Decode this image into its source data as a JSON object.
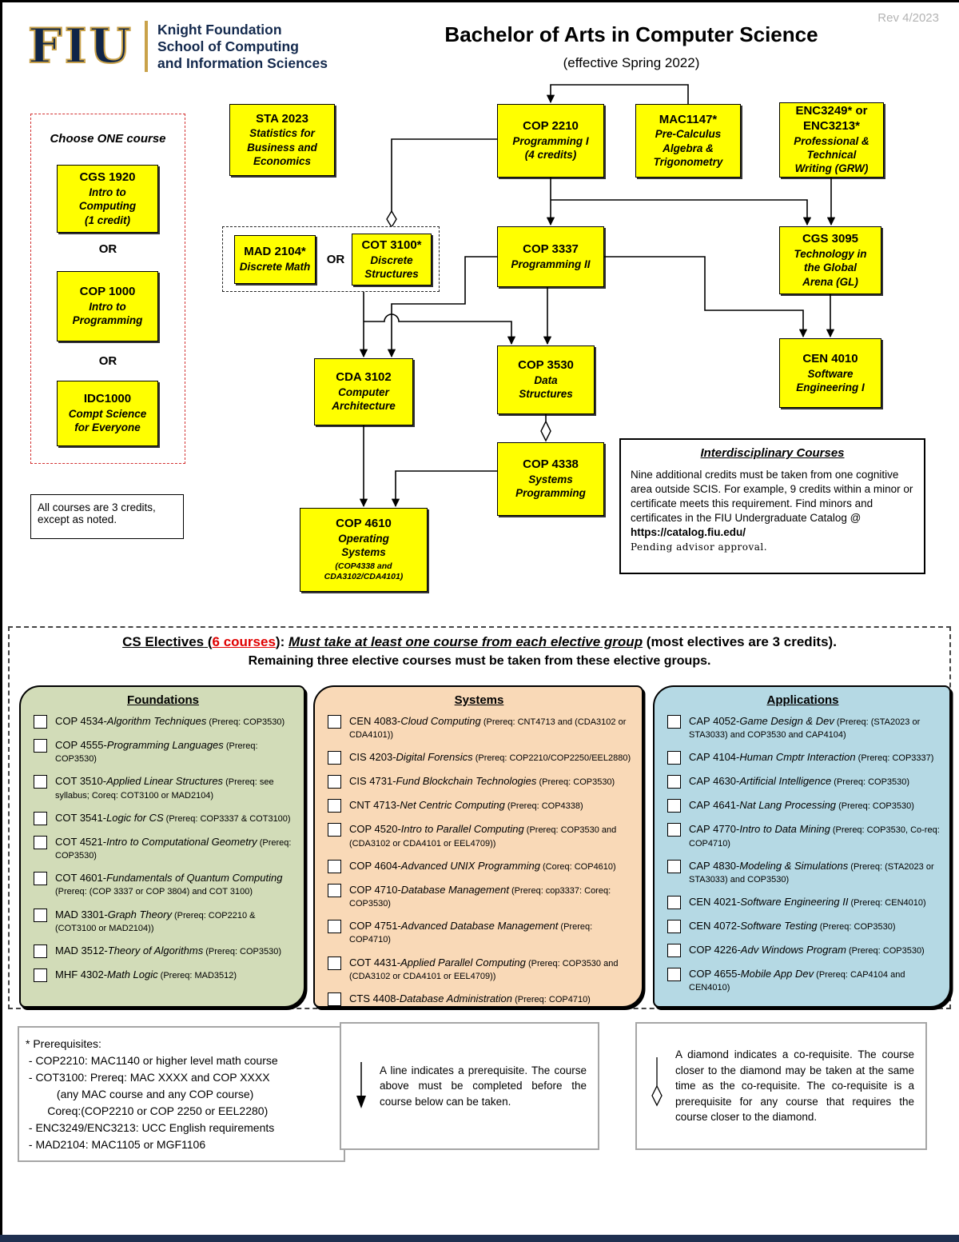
{
  "colors": {
    "course_box_yellow": "#ffff00",
    "fiu_navy": "#0f2548",
    "fiu_gold": "#c9a24a",
    "electives_count_red": "#e00000",
    "choose_one_border_red": "#d32f2f",
    "foundations_bg": "#d2dcb8",
    "systems_bg": "#f9d9b7",
    "applications_bg": "#b5d9e4",
    "footer_bar_navy": "#1f3050"
  },
  "header": {
    "rev": "Rev 4/2023",
    "title": "Bachelor of Arts in Computer Science",
    "subtitle": "(effective Spring 2022)",
    "logo_acronym": "FIU",
    "org_line1": "Knight Foundation",
    "org_line2": "School of Computing",
    "org_line3": "and Information Sciences"
  },
  "choose_one": {
    "label": "Choose ONE course",
    "or1": "OR",
    "or2": "OR",
    "courses": [
      {
        "code": "CGS 1920",
        "name": "Intro to\nComputing\n(1 credit)"
      },
      {
        "code": "COP 1000",
        "name": "Intro to\nProgramming"
      },
      {
        "code": "IDC1000",
        "name": "Compt Science\nfor Everyone"
      }
    ]
  },
  "credits_note": "All courses are 3 credits,\nexcept as noted.",
  "flow": {
    "sta2023": {
      "code": "STA 2023",
      "name": "Statistics for\nBusiness and\nEconomics"
    },
    "cop2210": {
      "code": "COP 2210",
      "name": "Programming I\n(4 credits)"
    },
    "mac1147": {
      "code": "MAC1147*",
      "name": "Pre-Calculus\nAlgebra &\nTrigonometry"
    },
    "enc": {
      "code": "ENC3249* or\nENC3213*",
      "name": "Professional &\nTechnical\nWriting (GRW)"
    },
    "mad2104": {
      "code": "MAD 2104*",
      "name": "Discrete Math"
    },
    "group_or": "OR",
    "cot3100": {
      "code": "COT 3100*",
      "name": "Discrete\nStructures"
    },
    "cop3337": {
      "code": "COP 3337",
      "name": "Programming II"
    },
    "cgs3095": {
      "code": "CGS 3095",
      "name": "Technology in\nthe Global\nArena (GL)"
    },
    "cda3102": {
      "code": "CDA 3102",
      "name": "Computer\nArchitecture"
    },
    "cop3530": {
      "code": "COP 3530",
      "name": "Data\nStructures"
    },
    "cen4010": {
      "code": "CEN 4010",
      "name": "Software\nEngineering I"
    },
    "cop4338": {
      "code": "COP 4338",
      "name": "Systems\nProgramming"
    },
    "cop4610": {
      "code": "COP 4610",
      "name": "Operating\nSystems",
      "sub": "(COP4338 and\nCDA3102/CDA4101)"
    }
  },
  "interdisciplinary": {
    "title": "Interdisciplinary Courses",
    "body": "Nine additional credits must be taken from one cognitive area outside SCIS.  For example, 9 credits within a minor or certificate meets this requirement. Find minors and certificates in the FIU Undergraduate Catalog @ ",
    "link": "https://catalog.fiu.edu/",
    "footnote": "Pending advisor approval."
  },
  "electives": {
    "header": {
      "title": "CS Electives",
      "paren_open": " (",
      "count": "6 courses",
      "paren_close": ")",
      "colon": ": ",
      "requirement": "Must take at least one course from each elective group",
      "tail": " (most electives are 3 credits).",
      "line2": "Remaining three elective courses must be taken from these elective groups."
    },
    "groups": [
      {
        "title": "Foundations",
        "bg": "#d2dcb8",
        "items": [
          {
            "code": "COP 4534",
            "name": "Algorithm Techniques",
            "prereq": "(Prereq: COP3530)"
          },
          {
            "code": "COP 4555",
            "name": "Programming Languages",
            "prereq": "(Prereq: COP3530)"
          },
          {
            "code": "COT 3510",
            "name": "Applied Linear Structures",
            "prereq": "(Prereq: see syllabus; Coreq: COT3100 or MAD2104)"
          },
          {
            "code": "COT 3541",
            "name": "Logic for CS",
            "prereq": "(Prereq: COP3337 & COT3100)"
          },
          {
            "code": "COT 4521",
            "name": "Intro to Computational Geometry",
            "prereq": "(Prereq: COP3530)"
          },
          {
            "code": "COT 4601",
            "name": "Fundamentals of Quantum Computing",
            "prereq": "(Prereq: (COP 3337 or COP 3804) and COT 3100)"
          },
          {
            "code": "MAD 3301",
            "name": "Graph Theory",
            "prereq": "(Prereq: COP2210 & (COT3100 or MAD2104))"
          },
          {
            "code": "MAD 3512",
            "name": "Theory of Algorithms",
            "prereq": "(Prereq: COP3530)"
          },
          {
            "code": "MHF 4302",
            "name": "Math Logic",
            "prereq": "(Prereq: MAD3512)"
          }
        ]
      },
      {
        "title": "Systems",
        "bg": "#f9d9b7",
        "items": [
          {
            "code": "CEN 4083",
            "name": "Cloud Computing",
            "prereq": "(Prereq: CNT4713 and (CDA3102 or CDA4101))"
          },
          {
            "code": "CIS 4203",
            "name": "Digital Forensics",
            "prereq": "(Prereq: COP2210/COP2250/EEL2880)"
          },
          {
            "code": "CIS 4731",
            "name": "Fund Blockchain Technologies",
            "prereq": "(Prereq: COP3530)"
          },
          {
            "code": "CNT 4713",
            "name": "Net Centric Computing",
            "prereq": "(Prereq: COP4338)"
          },
          {
            "code": "COP 4520",
            "name": "Intro to Parallel Computing",
            "prereq": "(Prereq: COP3530 and (CDA3102 or CDA4101 or EEL4709))"
          },
          {
            "code": "COP 4604",
            "name": "Advanced UNIX Programming",
            "prereq": "(Coreq: COP4610)"
          },
          {
            "code": "COP 4710",
            "name": "Database Management",
            "prereq": "(Prereq: cop3337: Coreq: COP3530)"
          },
          {
            "code": "COP 4751",
            "name": "Advanced Database Management",
            "prereq": "(Prereq: COP4710)"
          },
          {
            "code": "COT 4431",
            "name": "Applied Parallel Computing",
            "prereq": "(Prereq: COP3530 and (CDA3102 or CDA4101 or EEL4709))"
          },
          {
            "code": "CTS 4408",
            "name": "Database Administration",
            "prereq": "(Prereq: COP4710)"
          }
        ]
      },
      {
        "title": "Applications",
        "bg": "#b5d9e4",
        "items": [
          {
            "code": "CAP 4052",
            "name": "Game Design & Dev",
            "prereq": "(Prereq: (STA2023 or STA3033) and COP3530 and CAP4104)"
          },
          {
            "code": "CAP 4104",
            "name": "Human Cmptr Interaction",
            "prereq": "(Prereq: COP3337)"
          },
          {
            "code": "CAP 4630",
            "name": "Artificial Intelligence",
            "prereq": "(Prereq: COP3530)"
          },
          {
            "code": "CAP 4641",
            "name": "Nat Lang Processing",
            "prereq": "(Prereq: COP3530)"
          },
          {
            "code": "CAP 4770",
            "name": "Intro to Data Mining",
            "prereq": "(Prereq: COP3530, Co-req: COP4710)"
          },
          {
            "code": "CAP 4830",
            "name": "Modeling & Simulations",
            "prereq": "(Prereq: (STA2023 or STA3033) and COP3530)"
          },
          {
            "code": "CEN 4021",
            "name": "Software Engineering II",
            "prereq": "(Prereq: CEN4010)"
          },
          {
            "code": "CEN 4072",
            "name": "Software Testing",
            "prereq": "(Prereq: COP3530)"
          },
          {
            "code": "COP 4226",
            "name": "Adv Windows Program",
            "prereq": "(Prereq: COP3530)"
          },
          {
            "code": "COP 4655",
            "name": "Mobile App Dev",
            "prereq": "(Prereq: CAP4104 and CEN4010)"
          }
        ]
      }
    ]
  },
  "prereq_note": {
    "title": "* Prerequisites:",
    "lines": " - COP2210: MAC1140 or higher level math course\n - COT3100: Prereq: MAC XXXX and COP XXXX\n          (any MAC course and any COP course)\n       Coreq:(COP2210 or COP 2250 or EEL2280)\n - ENC3249/ENC3213: UCC English requirements\n - MAD2104: MAC1105 or MGF1106"
  },
  "legend": {
    "line_note": "A line indicates a prerequisite. The course above must be completed before the course below can be taken.",
    "diamond_note": "A diamond indicates a co-requisite. The course closer to the diamond may be taken at the same time as the co-requisite. The co-requisite is a prerequisite for any course that requires the course closer to the diamond."
  }
}
